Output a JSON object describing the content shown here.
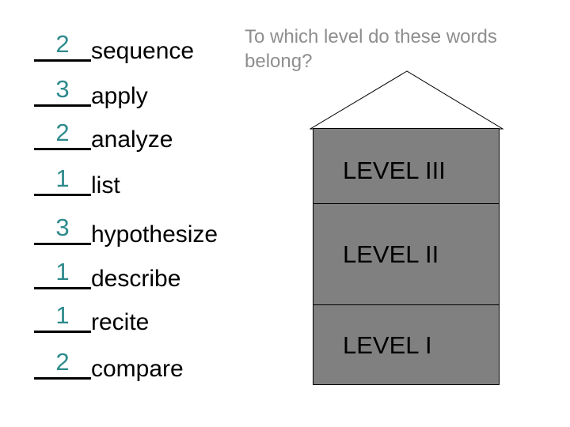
{
  "question": {
    "text": "To which level do these words belong?"
  },
  "word_list": {
    "items": [
      {
        "number": "2",
        "word": "sequence"
      },
      {
        "number": "3",
        "word": "apply"
      },
      {
        "number": "2",
        "word": "analyze"
      },
      {
        "number": "1",
        "word": "list"
      },
      {
        "number": "3",
        "word": "hypothesize"
      },
      {
        "number": "1",
        "word": "describe"
      },
      {
        "number": "1",
        "word": "recite"
      },
      {
        "number": "2",
        "word": "compare"
      }
    ]
  },
  "pyramid": {
    "levels": [
      {
        "label": "LEVEL III"
      },
      {
        "label": "LEVEL II"
      },
      {
        "label": "LEVEL I"
      }
    ]
  },
  "colors": {
    "answer_number_teal": "#2E8A8C",
    "question_gray": "#8E8E8E",
    "house_gray": "#808080",
    "outline_black": "#000000",
    "background_white": "#FFFFFF"
  }
}
